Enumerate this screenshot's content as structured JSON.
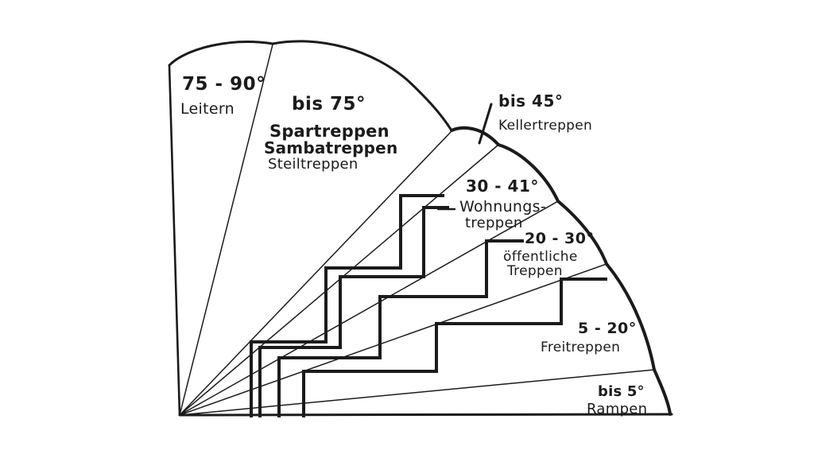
{
  "colors": {
    "ink": "#1b1b1b",
    "background": "#ffffff"
  },
  "sectors": {
    "ladders": {
      "range": "75 - 90°",
      "name": "Leitern"
    },
    "steep": {
      "range": "bis 75°",
      "name1": "Spartreppen",
      "name2": "Sambatreppen",
      "name3": "Steiltreppen"
    },
    "cellar": {
      "range": "bis 45°",
      "name": "Kellertreppen"
    },
    "dwelling": {
      "range": "30 - 41°",
      "name1": "Wohnungs-",
      "name2": "treppen"
    },
    "public": {
      "range": "20 - 30°",
      "name1": "öffentliche",
      "name2": "Treppen"
    },
    "outdoor": {
      "range": "5 - 20°",
      "name": "Freitreppen"
    },
    "ramps": {
      "range": "bis 5°",
      "name": "Rampen"
    }
  }
}
